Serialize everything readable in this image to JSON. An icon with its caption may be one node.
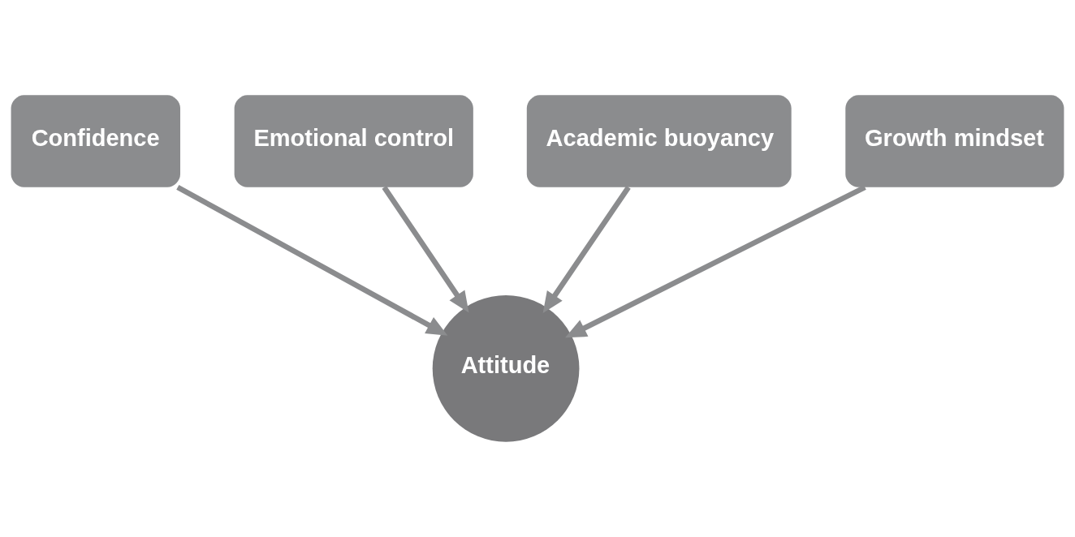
{
  "diagram": {
    "nodes": [
      {
        "text": [
          "Emotional control"
        ]
      },
      {
        "text": [
          "Academic buoyancy"
        ]
      },
      {
        "text": [
          "Confidence"
        ]
      },
      {
        "text": [
          "Attitude"
        ]
      },
      {
        "text": [
          "Growth mindset"
        ]
      }
    ],
    "edges": [
      {
        "from": 0,
        "to": 3,
        "arrow": "to"
      },
      {
        "from": 1,
        "to": 3,
        "arrow": "to"
      },
      {
        "from": 2,
        "to": 3,
        "arrow": "to"
      },
      {
        "from": 4,
        "to": 3,
        "arrow": "to"
      }
    ]
  }
}
